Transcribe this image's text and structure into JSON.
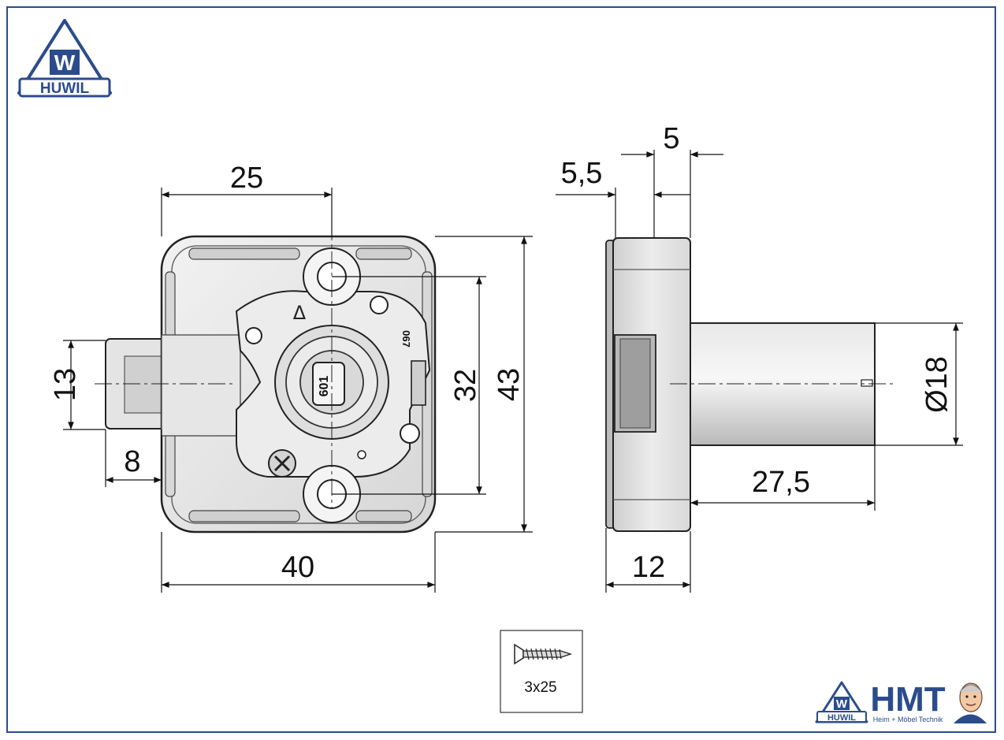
{
  "brand": {
    "logo_letter": "W",
    "logo_text": "HUWIL",
    "hmt_text": "HMT",
    "hmt_tagline": "Heim + Möbel Technik",
    "color": "#2b4c8c"
  },
  "drawing": {
    "front_dims": {
      "width_top": "25",
      "height_bolt": "13",
      "height_holes": "32",
      "height_total": "43",
      "bolt_len": "8",
      "width_total": "40"
    },
    "side_dims": {
      "top_5": "5",
      "top_55": "5,5",
      "diameter": "Ø18",
      "cyl_len": "27,5",
      "depth": "12"
    },
    "key_code": "601",
    "marking": "067",
    "arrow_mark": "Δ"
  },
  "screw": {
    "label": "3x25"
  }
}
